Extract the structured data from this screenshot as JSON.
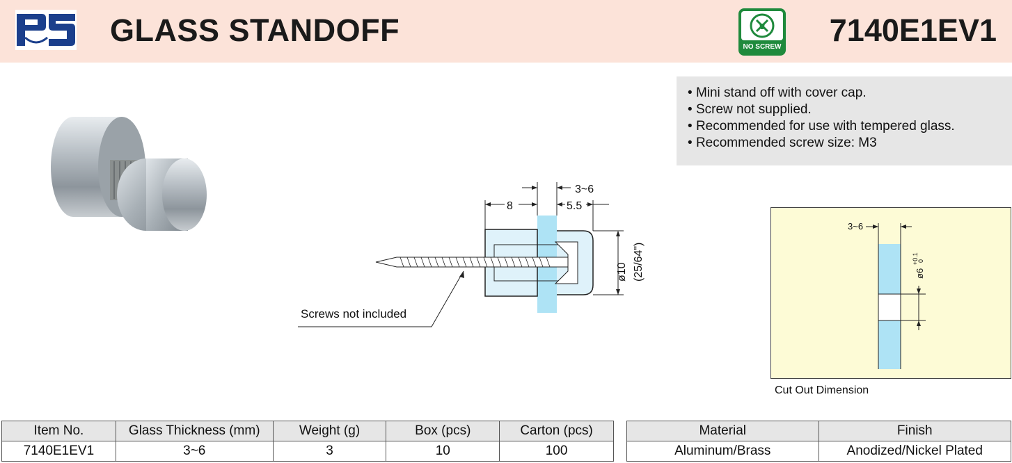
{
  "header": {
    "title": "GLASS STANDOFF",
    "part_number": "7140E1EV1",
    "no_screw_badge": "NO SCREW",
    "logo_icon": "ps-brand-logo",
    "badge_icon": "no-screw-icon",
    "colors": {
      "header_bg": "#fce3d9",
      "logo_blue": "#1b3f8c",
      "badge_green": "#1f8a3c"
    }
  },
  "features": [
    "Mini stand off with cover cap.",
    "Screw not supplied.",
    "Recommended for use with tempered glass.",
    "Recommended screw size: M3"
  ],
  "drawing": {
    "dim_glass": "3~6",
    "dim_body": "8",
    "dim_cap": "5.5",
    "dim_diameter": "ø10",
    "dim_diameter_inch": "(25/64\")",
    "callout": "Screws not included"
  },
  "cutout": {
    "dim_glass": "3~6",
    "dim_hole": "ø6",
    "tolerance_upper": "+0.1",
    "tolerance_lower": "0",
    "caption": "Cut Out Dimension"
  },
  "spec_table": {
    "headers": [
      "Item No.",
      "Glass Thickness (mm)",
      "Weight (g)",
      "Box (pcs)",
      "Carton (pcs)"
    ],
    "row": [
      "7140E1EV1",
      "3~6",
      "3",
      "10",
      "100"
    ]
  },
  "material_table": {
    "headers": [
      "Material",
      "Finish"
    ],
    "row": [
      "Aluminum/Brass",
      "Anodized/Nickel Plated"
    ]
  }
}
